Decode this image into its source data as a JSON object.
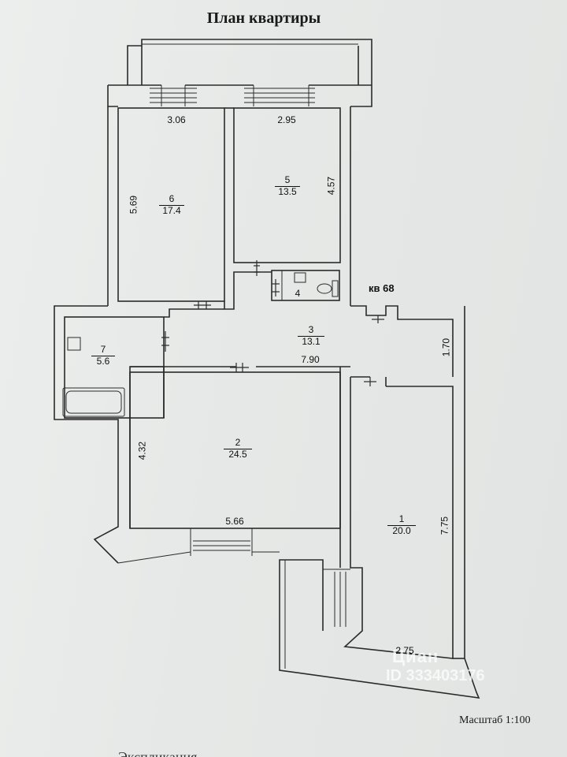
{
  "title": "План квартиры",
  "apartment_label": "кв 68",
  "scale_label": "Масштаб 1:100",
  "footer_partial": "Экспликация",
  "watermark": {
    "brand": "Циан",
    "id": "ID 333403176"
  },
  "rooms": [
    {
      "number": "6",
      "area": "17.4"
    },
    {
      "number": "5",
      "area": "13.5"
    },
    {
      "number": "4",
      "area": ""
    },
    {
      "number": "7",
      "area": "5.6"
    },
    {
      "number": "3",
      "area": "13.1"
    },
    {
      "number": "2",
      "area": "24.5"
    },
    {
      "number": "1",
      "area": "20.0"
    }
  ],
  "dimensions": {
    "room6_width": "3.06",
    "room6_length": "5.69",
    "room5_width": "2.95",
    "room5_length": "4.57",
    "hall_length": "7.90",
    "hall_width": "1.70",
    "room2_length": "4.32",
    "room2_width": "5.66",
    "room1_length": "7.75",
    "room1_width": "2.75"
  }
}
